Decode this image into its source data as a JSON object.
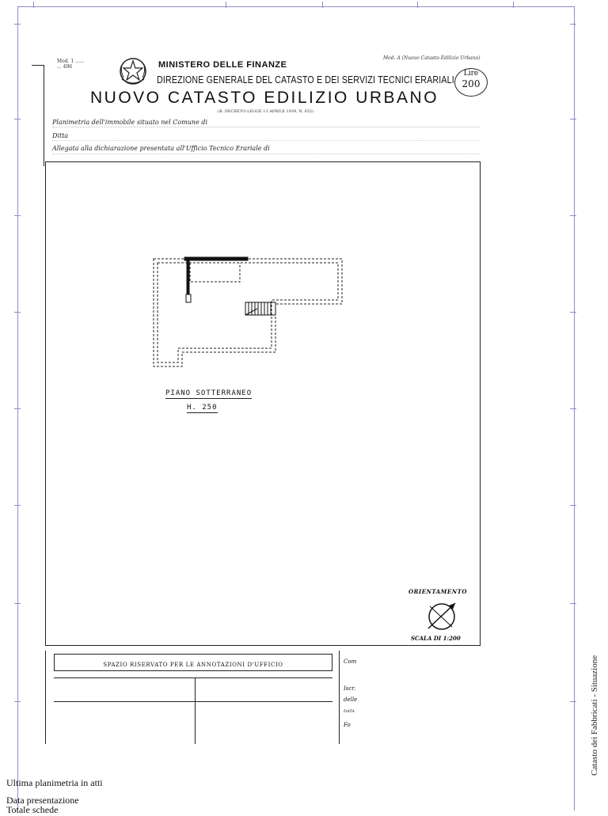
{
  "header": {
    "form_code_line1": "Mod. 1 ......",
    "form_code_line2": "... 496",
    "ministry": "MINISTERO DELLE FINANZE",
    "direction": "DIREZIONE GENERALE DEL CATASTO E DEI SERVIZI TECNICI ERARIALI",
    "title": "NUOVO CATASTO EDILIZIO URBANO",
    "decree": "(R. DECRETO-LEGGE 13 APRILE 1939, N. 652)",
    "model": "Mod. A (Nuovo Catasto Edilizio Urbano)",
    "stamp_top": "Lire",
    "stamp_value": "200"
  },
  "form": {
    "line1": "Planimetria dell'immobile situato nel Comune di",
    "line2": "Ditta",
    "line3": "Allegata alla dichiarazione presentata all'Ufficio Tecnico Erariale di"
  },
  "plan": {
    "floor_label": "PIANO SOTTERRANEO",
    "height_label": "H. 250",
    "orientation_label": "ORIENTAMENTO",
    "scale_label": "SCALA DI 1:200"
  },
  "office": {
    "title": "SPAZIO RISERVATO PER LE ANNOTAZIONI D'UFFICIO",
    "labels": [
      "Com",
      "Iscr.",
      "delle",
      "DATA",
      "Fo"
    ]
  },
  "side_text": "Catasto dei Fabbricati - Situazione",
  "footer": {
    "line1": "Ultima planimetria in atti",
    "line2": "Data presentazione",
    "line3": "Totale schede"
  }
}
